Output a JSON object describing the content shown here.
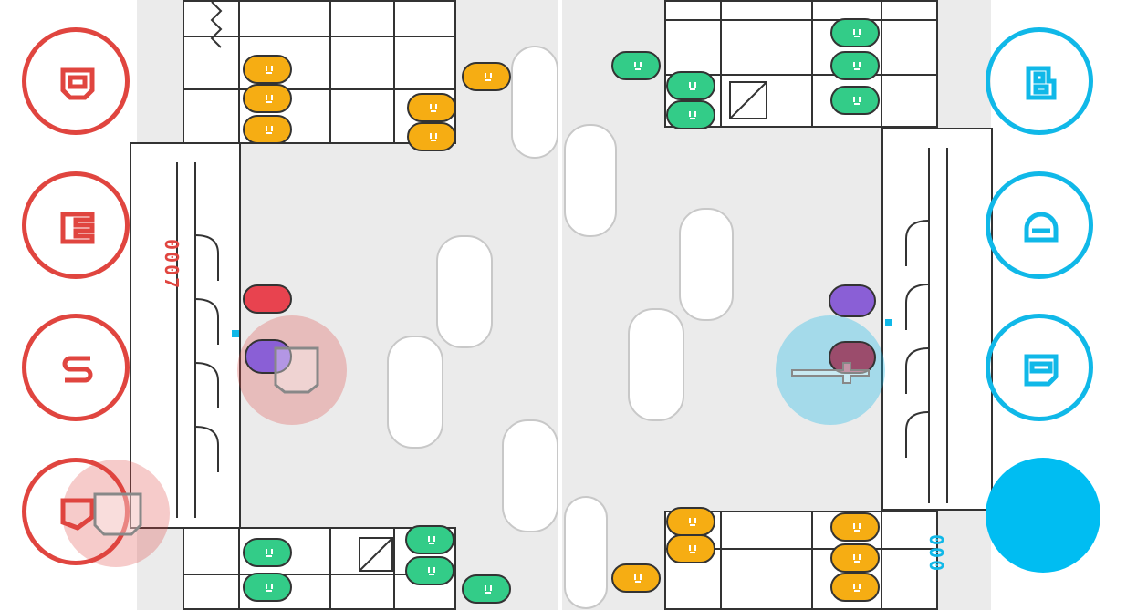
{
  "game": {
    "red_team": {
      "color": "#e0453f",
      "score_text": "0007",
      "buttons": [
        {
          "id": "red-btn-1",
          "icon": "shield-icon"
        },
        {
          "id": "red-btn-2",
          "icon": "ladder-icon"
        },
        {
          "id": "red-btn-3",
          "icon": "s-curve-icon"
        },
        {
          "id": "red-btn-4",
          "icon": "banner-icon"
        }
      ]
    },
    "blue_team": {
      "color": "#10b8e8",
      "score_text": "000",
      "buttons": [
        {
          "id": "blue-btn-1",
          "icon": "b-icon"
        },
        {
          "id": "blue-btn-2",
          "icon": "dome-icon"
        },
        {
          "id": "blue-btn-3",
          "icon": "shield-icon"
        },
        {
          "id": "blue-btn-4",
          "icon": "filled-circle"
        }
      ]
    }
  }
}
